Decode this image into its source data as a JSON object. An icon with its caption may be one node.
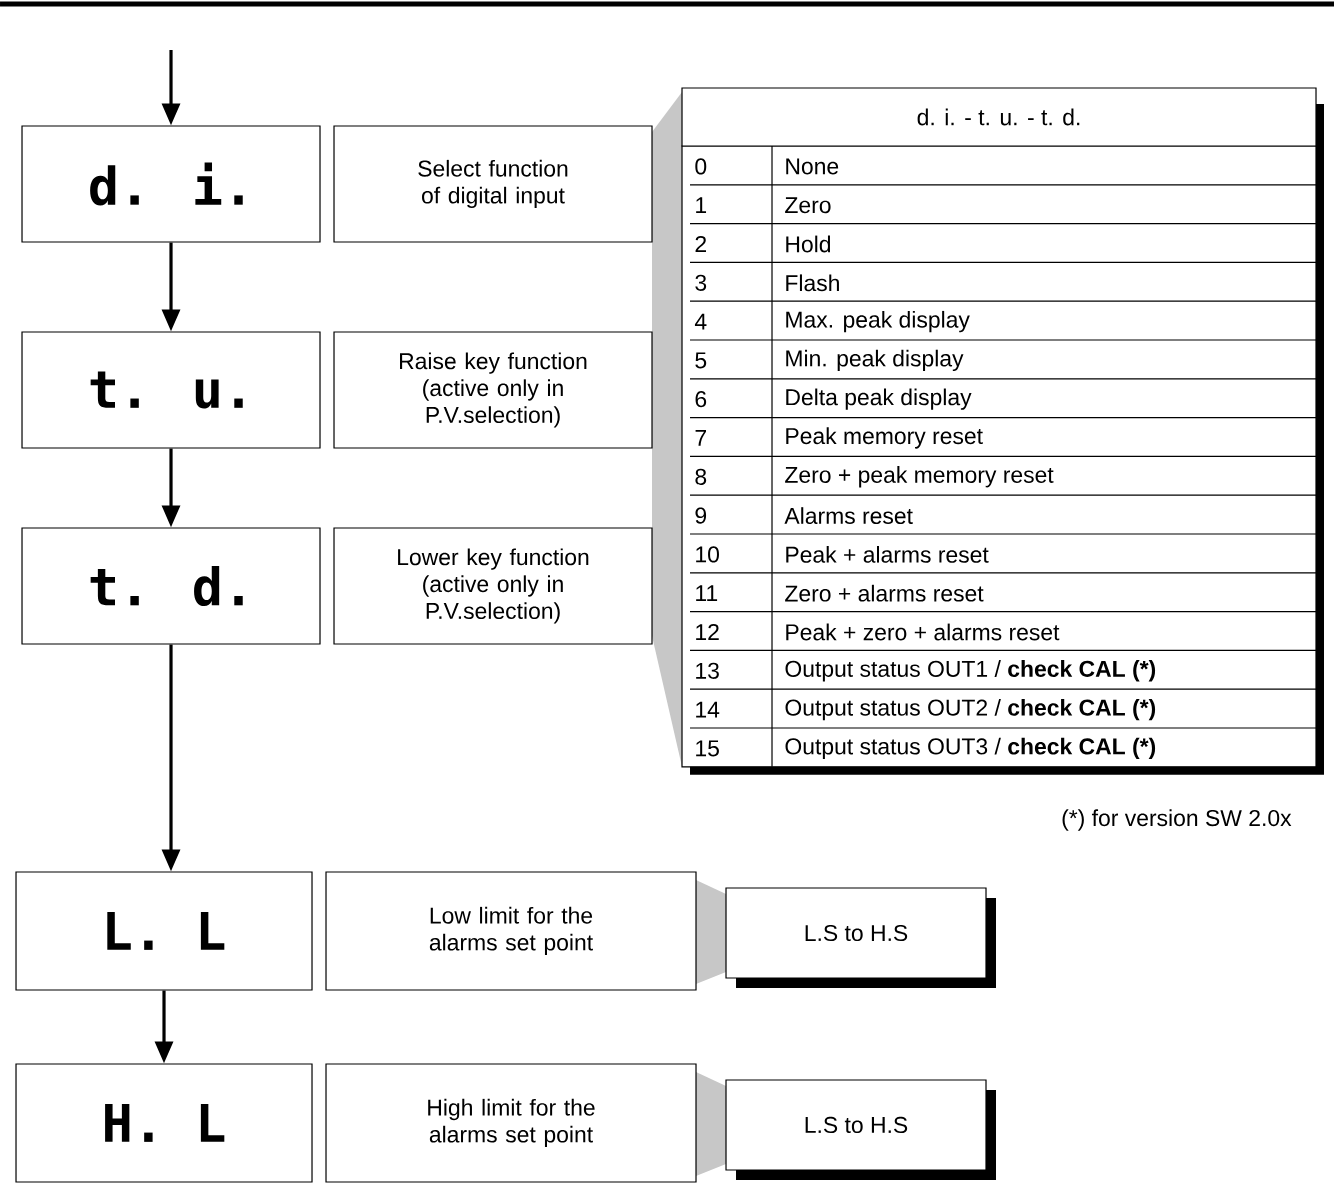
{
  "diagram": {
    "nodes": [
      {
        "text": [
          "d. i."
        ]
      },
      {
        "text": [
          "Select function of digital input"
        ]
      },
      {
        "text": [
          "t. u."
        ]
      },
      {
        "text": [
          "Raise key function (active only in P.V.selection)"
        ]
      },
      {
        "text": [
          "t. d."
        ]
      },
      {
        "text": [
          "Lower key function (active only in P.V.selection)"
        ]
      },
      {
        "text": [
          "d. i. - t. u. - t. d."
        ]
      },
      {
        "text": [
          "L. L"
        ]
      },
      {
        "text": [
          "Low limit for the alarms set point"
        ]
      },
      {
        "text": [
          "L.S to H.S"
        ]
      },
      {
        "text": [
          "H. L"
        ]
      },
      {
        "text": [
          "High limit for the alarms set point"
        ]
      },
      {
        "text": [
          "L.S to H.S"
        ]
      }
    ],
    "edges": [
      {
        "from": null,
        "to": 0,
        "arrow": "to"
      },
      {
        "from": 0,
        "to": 2,
        "arrow": "to"
      },
      {
        "from": 2,
        "to": 4,
        "arrow": "to"
      },
      {
        "from": 4,
        "to": 7,
        "arrow": "to"
      },
      {
        "from": 7,
        "to": 10,
        "arrow": "to"
      }
    ],
    "labels": [
      "0",
      "None",
      "1",
      "Zero",
      "2",
      "Hold",
      "3",
      "Flash",
      "4",
      "Max. peak display",
      "5",
      "Min. peak display",
      "6",
      "Delta peak display",
      "7",
      "Peak memory reset",
      "8",
      "Zero + peak memory reset",
      "9",
      "Alarms reset",
      "10",
      "Peak + alarms reset",
      "11",
      "Zero + alarms reset",
      "12",
      "Peak + zero + alarms reset",
      "13",
      "Output status OUT1 / **check CAL (*)**",
      "14",
      "Output status OUT2 / **check CAL (*)**",
      "15",
      "Output status OUT3 / **check CAL (*)**",
      "(*) for version SW 2.0x"
    ]
  }
}
